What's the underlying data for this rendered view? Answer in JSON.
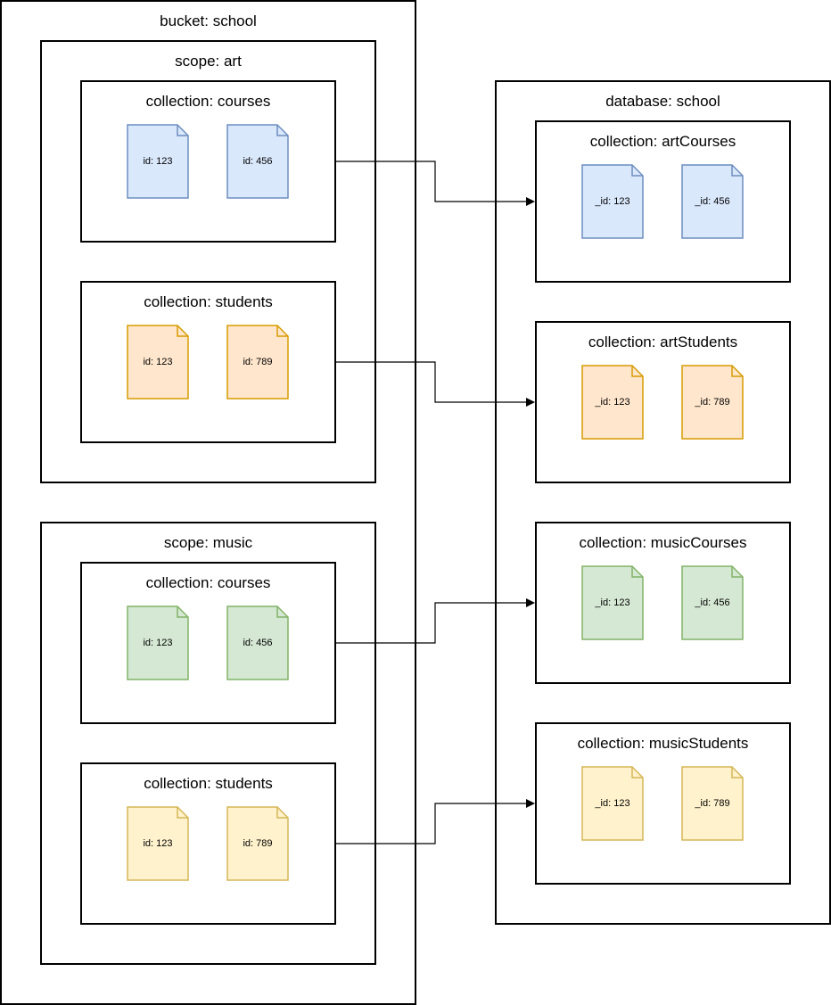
{
  "colors": {
    "blue": {
      "fill": "#dae8fc",
      "stroke": "#6c8ebf"
    },
    "orange": {
      "fill": "#ffe6cc",
      "stroke": "#d79b00"
    },
    "green": {
      "fill": "#d5e8d4",
      "stroke": "#82b366"
    },
    "yellow": {
      "fill": "#fff2cc",
      "stroke": "#d6b656"
    }
  },
  "bucket": {
    "title": "bucket: school",
    "art": {
      "title": "scope: art",
      "courses": {
        "title": "collection: courses",
        "docs": [
          "id: 123",
          "id: 456"
        ]
      },
      "students": {
        "title": "collection: students",
        "docs": [
          "id: 123",
          "id: 789"
        ]
      }
    },
    "music": {
      "title": "scope: music",
      "courses": {
        "title": "collection: courses",
        "docs": [
          "id: 123",
          "id: 456"
        ]
      },
      "students": {
        "title": "collection: students",
        "docs": [
          "id: 123",
          "id: 789"
        ]
      }
    }
  },
  "database": {
    "title": "database: school",
    "artCourses": {
      "title": "collection: artCourses",
      "docs": [
        "_id: 123",
        "_id: 456"
      ]
    },
    "artStudents": {
      "title": "collection: artStudents",
      "docs": [
        "_id: 123",
        "_id: 789"
      ]
    },
    "musicCourses": {
      "title": "collection: musicCourses",
      "docs": [
        "_id: 123",
        "_id: 456"
      ]
    },
    "musicStudents": {
      "title": "collection: musicStudents",
      "docs": [
        "_id: 123",
        "_id: 789"
      ]
    }
  }
}
